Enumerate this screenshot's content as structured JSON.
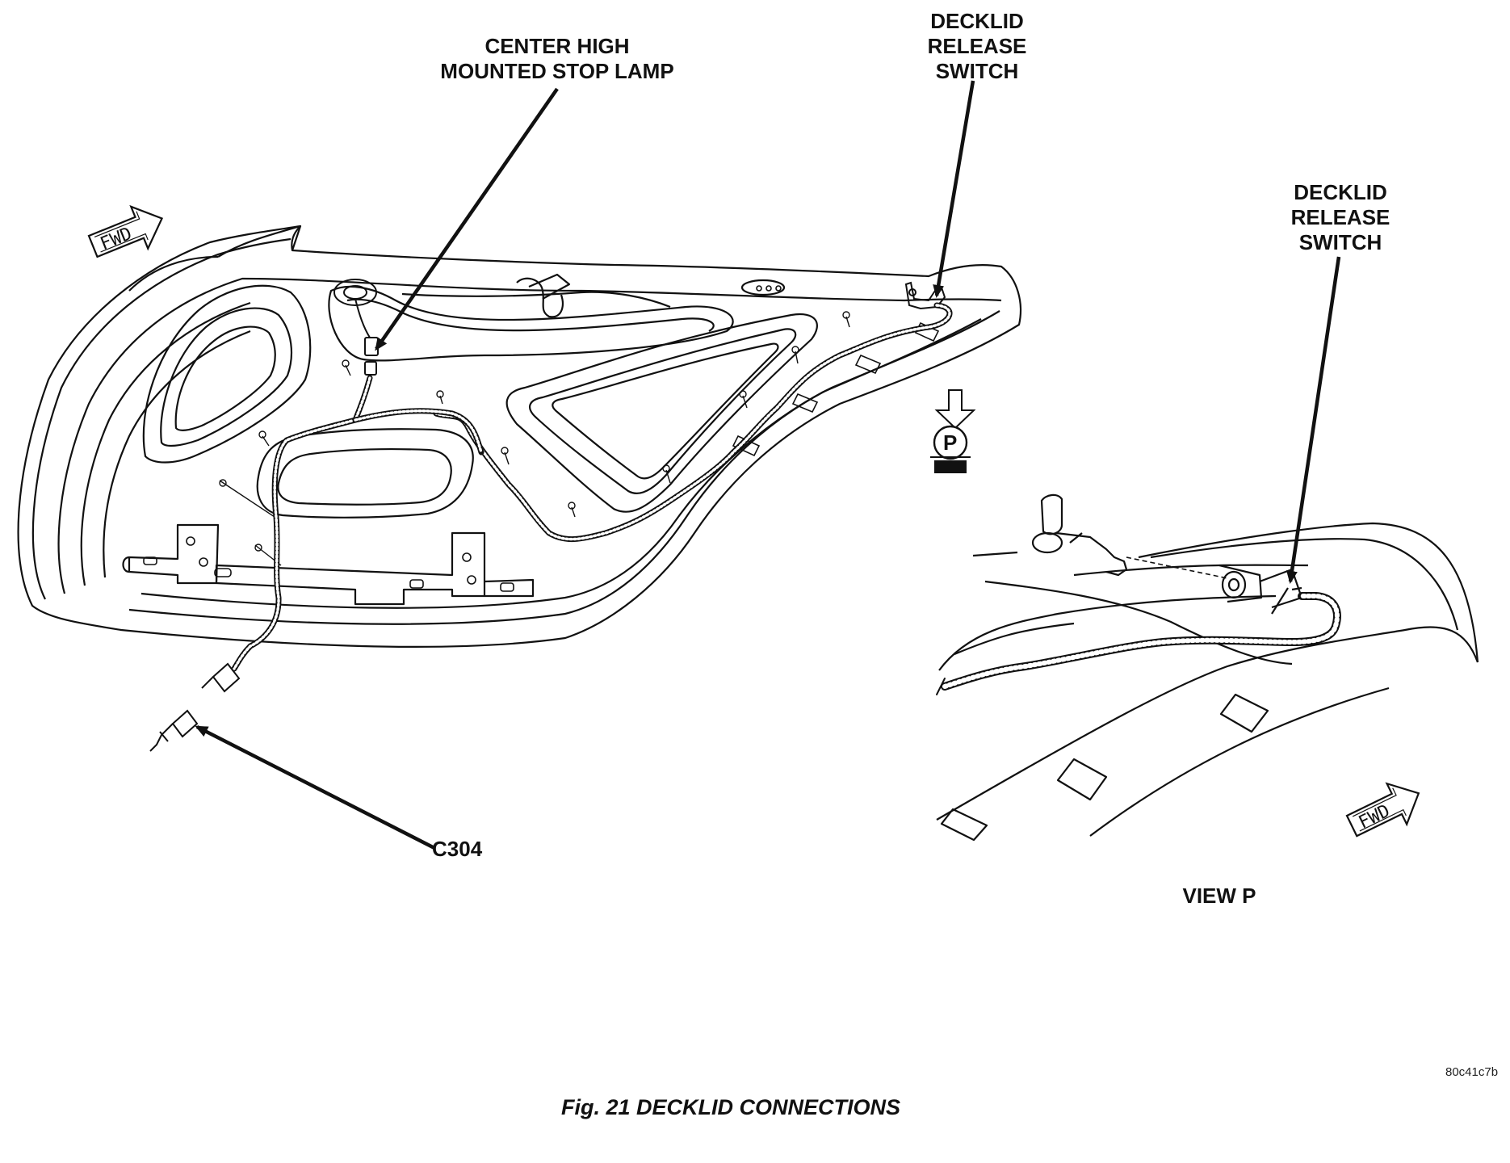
{
  "labels": {
    "chmsl": "CENTER HIGH\nMOUNTED STOP LAMP",
    "release_switch_main": "DECKLID\nRELEASE\nSWITCH",
    "release_switch_view": "DECKLID\nRELEASE\nSWITCH",
    "connector": "C304",
    "view": "VIEW P",
    "view_marker": "P",
    "fwd_main": "FWD",
    "fwd_view": "FWD"
  },
  "reference_code": "80c41c7b",
  "caption": "Fig. 21 DECKLID CONNECTIONS",
  "icons": [
    "fwd-arrow-icon",
    "view-p-marker-icon"
  ]
}
